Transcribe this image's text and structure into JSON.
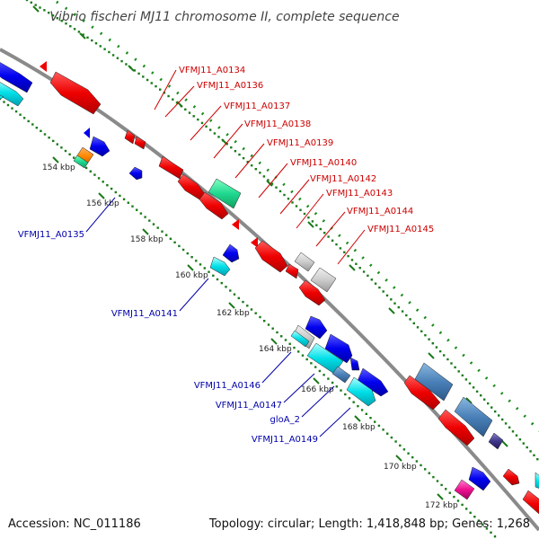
{
  "title": "Vibrio fischeri MJ11 chromosome II, complete sequence",
  "footer": {
    "accession": "Accession: NC_011186",
    "summary": "Topology: circular; Length: 1,418,848 bp; Genes: 1,268"
  },
  "colors": {
    "backbone": "#888888",
    "forward_label": "#cc0000",
    "reverse_label": "#0000aa",
    "tick": "#1a7a1a",
    "leader_forward": "#cc0000",
    "leader_reverse": "#0000aa"
  },
  "ticks": [
    {
      "label": "154 kbp"
    },
    {
      "label": "156 kbp"
    },
    {
      "label": "158 kbp"
    },
    {
      "label": "160 kbp"
    },
    {
      "label": "162 kbp"
    },
    {
      "label": "164 kbp"
    },
    {
      "label": "166 kbp"
    },
    {
      "label": "168 kbp"
    },
    {
      "label": "170 kbp"
    },
    {
      "label": "172 kbp"
    }
  ],
  "forward_labels": [
    "VFMJ11_A0134",
    "VFMJ11_A0136",
    "VFMJ11_A0137",
    "VFMJ11_A0138",
    "VFMJ11_A0139",
    "VFMJ11_A0140",
    "VFMJ11_A0142",
    "VFMJ11_A0143",
    "VFMJ11_A0144",
    "VFMJ11_A0145"
  ],
  "reverse_labels": [
    "VFMJ11_A0135",
    "VFMJ11_A0141",
    "VFMJ11_A0146",
    "VFMJ11_A0147",
    "gloA_2",
    "VFMJ11_A0149"
  ]
}
